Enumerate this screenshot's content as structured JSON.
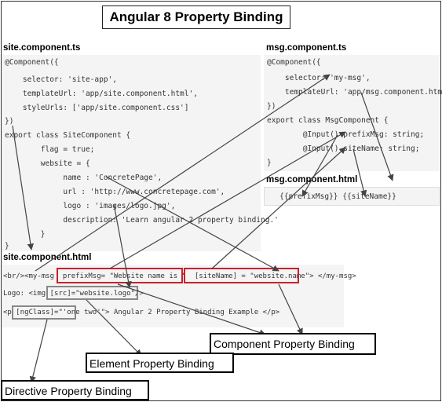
{
  "title": "Angular 8 Property Binding",
  "site_ts": {
    "header": "site.component.ts",
    "lines": [
      "@Component({",
      "    selector: 'site-app',",
      "    templateUrl: 'app/site.component.html',",
      "    styleUrls: ['app/site.component.css']",
      "})",
      "export class SiteComponent {",
      "        flag = true;",
      "        website = {",
      "             name : 'ConcretePage',",
      "             url : 'http://www.concretepage.com',",
      "             logo : 'images/logo.jpg',",
      "             description: 'Learn angular 2 property binding.'",
      "        }",
      "}"
    ]
  },
  "msg_ts": {
    "header": "msg.component.ts",
    "lines": [
      "@Component({",
      "    selector: 'my-msg',",
      "    templateUrl: 'app/msg.component.html'",
      "})",
      "export class MsgComponent {",
      "        @Input() prefixMsg: string;",
      "        @Input() siteName: string;",
      "}"
    ]
  },
  "msg_html": {
    "header": "msg.component.html",
    "line": "   {{prefixMsg}} {{siteName}}"
  },
  "site_html": {
    "header": "site.component.html",
    "line1": "<br/><my-msg  prefixMsg= \"Website name is \"  [siteName] = \"website.name\"> </my-msg>",
    "line2": "Logo: <img [src]=\"website.logo\"/>",
    "line3": "<p [ngClass]=\"'one two'\"> Angular 2 Property Binding Example </p>"
  },
  "labels": {
    "component": "Component Property Binding",
    "element": "Element Property Binding",
    "directive": "Directive Property Binding"
  },
  "colors": {
    "highlight_red": "#c8202a",
    "highlight_gray": "#888888",
    "arrow": "#444444"
  }
}
